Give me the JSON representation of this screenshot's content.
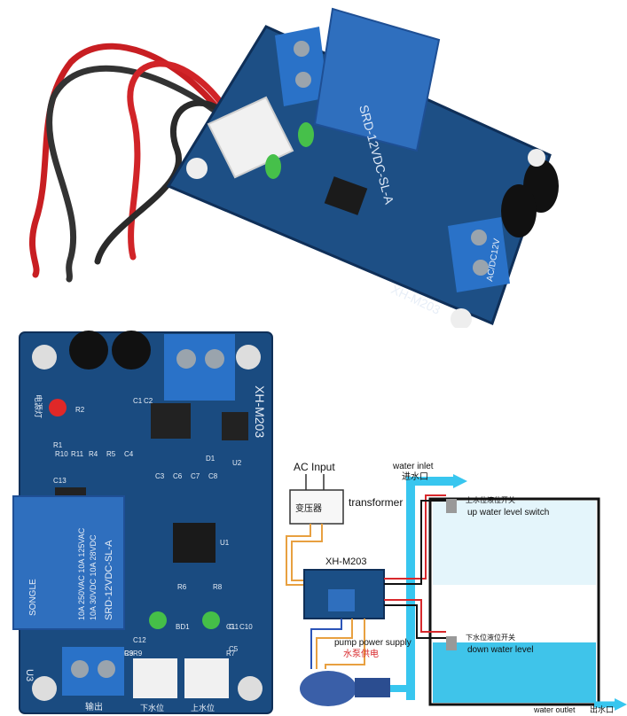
{
  "top_photo": {
    "relay_text": "SRD-12VDC-SL-A",
    "board_model": "XH-M203",
    "port_label": "AC/DC12V"
  },
  "bottom_photo": {
    "board_model": "XH-M203",
    "relay_brand": "SONGLE",
    "relay_ratings": [
      "10A 250VAC  10A 125VAC",
      "10A 30VDC  10A 28VDC"
    ],
    "relay_model": "SRD-12VDC-SL-A",
    "indicator_label": "电源灯",
    "output_label": "输出",
    "low_level_label": "下水位",
    "high_level_label": "上水位",
    "module_label": "U3",
    "component_labels": [
      "R1",
      "R2",
      "R3",
      "R4",
      "R5",
      "R6",
      "R7",
      "R8",
      "R9",
      "R10",
      "R11",
      "C1",
      "C2",
      "C3",
      "C4",
      "C5",
      "C6",
      "C7",
      "C8",
      "C9",
      "C10",
      "C11",
      "C12",
      "C13",
      "D1",
      "U1",
      "U2",
      "BD1",
      "G"
    ]
  },
  "diagram": {
    "ac_input": "AC Input",
    "transformer_cn": "变压器",
    "transformer_en": "transformer",
    "module_name": "XH-M203",
    "water_inlet_en": "water inlet",
    "water_inlet_cn": "进水口",
    "up_switch_cn": "上水位液位开关",
    "up_switch_en": "up water level switch",
    "down_switch_cn": "下水位液位开关",
    "down_switch_en": "down water level",
    "pump_supply_en": "pump power supply",
    "pump_supply_cn": "水泵供电",
    "water_outlet_en": "water outlet",
    "water_outlet_cn": "出水口"
  },
  "colors": {
    "pcb_blue": "#1b4f86",
    "pcb_dark": "#0f2f58",
    "relay_blue": "#2f6fbe",
    "terminal_blue": "#2a72c8",
    "water": "#36c4ea",
    "wire_red": "#d8282c",
    "wire_orange": "#e8a040",
    "wire_blue": "#2b54b8"
  }
}
